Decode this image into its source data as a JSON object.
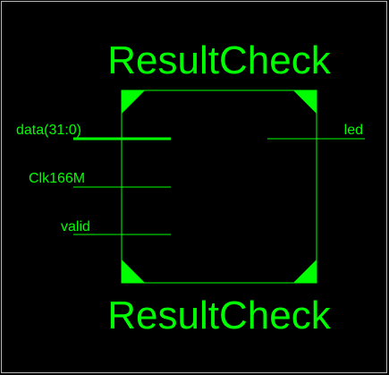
{
  "symbol": {
    "title_top": "ResultCheck",
    "title_bottom": "ResultCheck",
    "color": "#00ff00",
    "background": "#000000",
    "border_color": "#b8b8b8"
  },
  "ports": {
    "inputs": [
      {
        "name": "data(31:0)",
        "bus": true
      },
      {
        "name": "Clk166M",
        "bus": false
      },
      {
        "name": "valid",
        "bus": false
      }
    ],
    "outputs": [
      {
        "name": "led",
        "bus": false
      }
    ]
  }
}
